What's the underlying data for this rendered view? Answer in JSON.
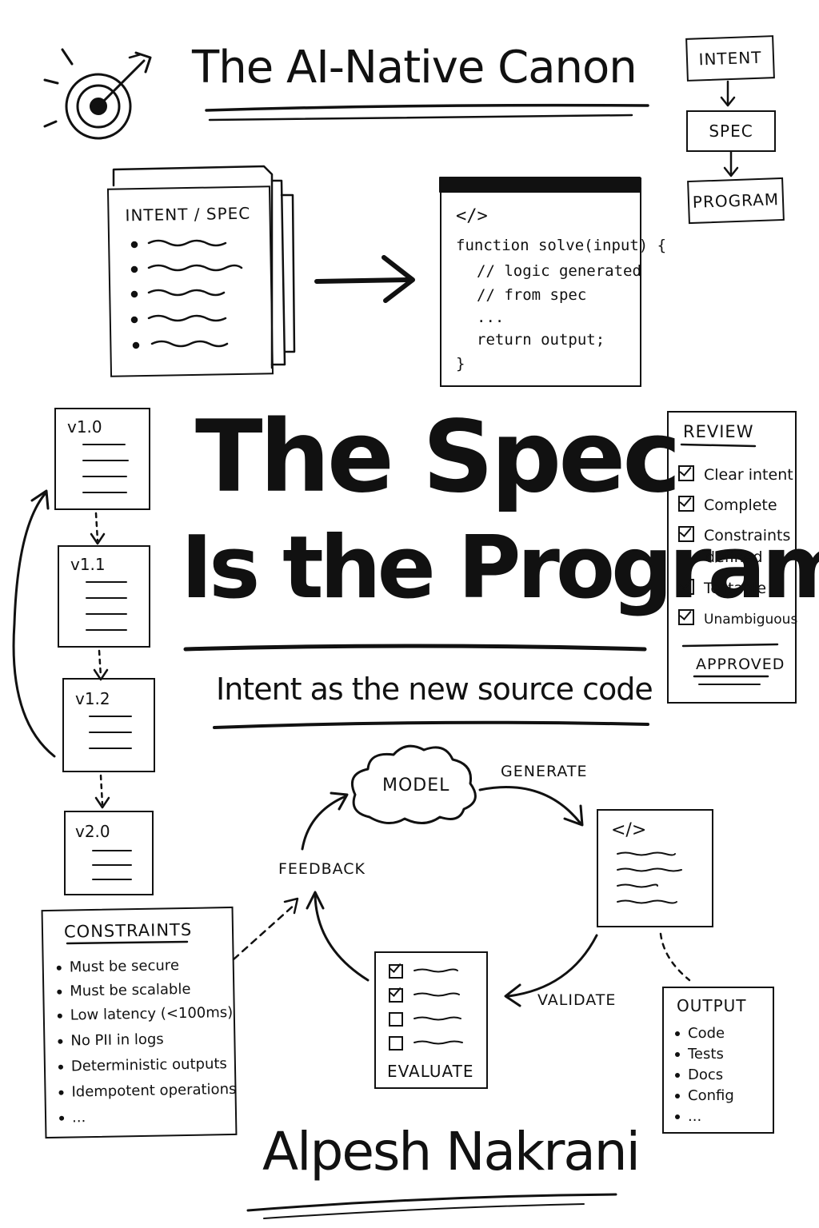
{
  "header": {
    "title": "The AI-Native Canon"
  },
  "flow": {
    "steps": [
      "INTENT",
      "SPEC",
      "PROGRAM"
    ]
  },
  "intent_doc": {
    "label": "INTENT / SPEC"
  },
  "code_window": {
    "tag": "</>",
    "lines": [
      "function solve(input) {",
      "// logic generated",
      "// from spec",
      "...",
      "return output;",
      "}"
    ]
  },
  "main": {
    "title_line1": "The Spec",
    "title_line2": "Is the Program",
    "subtitle": "Intent as the new source code"
  },
  "versions": [
    "v1.0",
    "v1.1",
    "v1.2",
    "v2.0"
  ],
  "review": {
    "title": "REVIEW",
    "items": [
      "Clear intent",
      "Complete",
      "Constraints",
      "defined",
      "Testable",
      "Unambiguous"
    ],
    "status": "APPROVED"
  },
  "constraints": {
    "title": "CONSTRAINTS",
    "items": [
      "Must be secure",
      "Must be scalable",
      "Low latency (<100ms)",
      "No PII in logs",
      "Deterministic outputs",
      "Idempotent operations",
      "..."
    ]
  },
  "cycle": {
    "model": "MODEL",
    "generate": "GENERATE",
    "code_tag": "</>",
    "validate": "VALIDATE",
    "evaluate": "EVALUATE",
    "feedback": "FEEDBACK"
  },
  "output": {
    "title": "OUTPUT",
    "items": [
      "Code",
      "Tests",
      "Docs",
      "Config",
      "..."
    ]
  },
  "author": {
    "name": "Alpesh Nakrani"
  },
  "icons": [
    "target-icon",
    "arrow-icon",
    "cloud-icon",
    "checkbox-icon",
    "document-icon"
  ]
}
